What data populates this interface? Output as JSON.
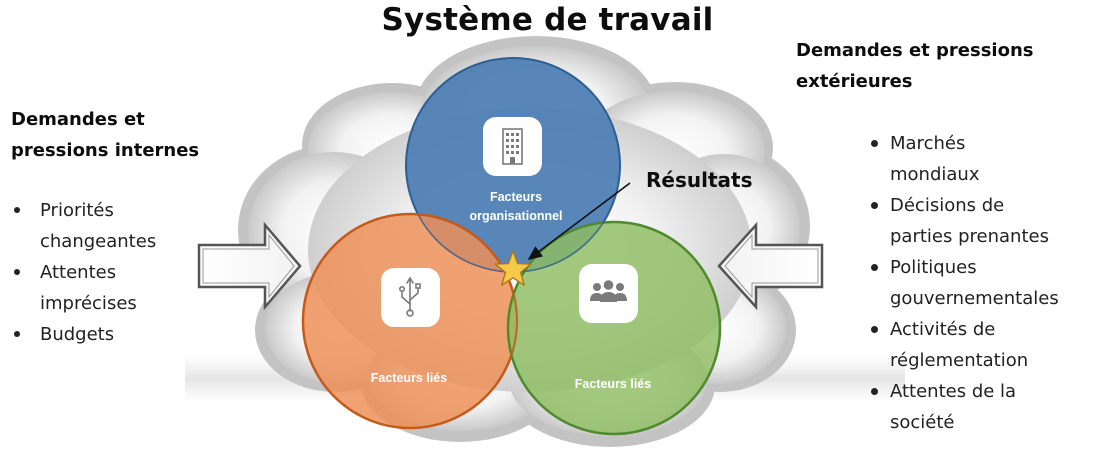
{
  "title": "Système de travail",
  "internal": {
    "heading_line1": "Demandes et",
    "heading_line2": "pressions internes",
    "items": [
      {
        "line1": "Priorités",
        "line2": "changeantes"
      },
      {
        "line1": "Attentes",
        "line2": "imprécises"
      },
      {
        "line1": "Budgets",
        "line2": ""
      }
    ]
  },
  "external": {
    "heading_line1": "Demandes et pressions",
    "heading_line2": "extérieures",
    "items": [
      {
        "line1": "Marchés",
        "line2": "mondiaux"
      },
      {
        "line1": "Décisions de",
        "line2": "parties prenantes"
      },
      {
        "line1": "Politiques",
        "line2": "gouvernementales"
      },
      {
        "line1": "Activités de",
        "line2": "réglementation"
      },
      {
        "line1": "Attentes de la",
        "line2": "société"
      }
    ]
  },
  "circles": {
    "top": {
      "label_line1": "Facteurs",
      "label_line2": "organisationnel",
      "icon": "building-icon",
      "color": "#4f7fb5"
    },
    "left": {
      "label": "Facteurs liés",
      "icon": "usb-icon",
      "color": "#ee9058"
    },
    "right": {
      "label": "Facteurs liés",
      "icon": "people-group-icon",
      "color": "#8fbd62"
    }
  },
  "results_label": "Résultats",
  "colors": {
    "cloud": "#c4c4c4",
    "star": "#f5c94a"
  }
}
